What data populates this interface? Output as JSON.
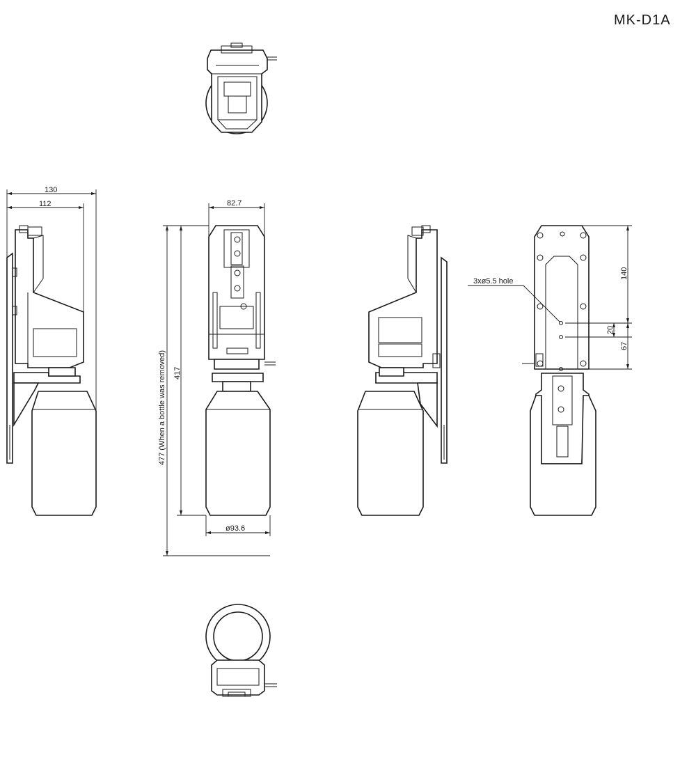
{
  "model_label": "MK-D1A",
  "dimensions": {
    "width_overall": "130",
    "width_body": "112",
    "width_front": "82.7",
    "height_total": "477 (When a bottle was removed)",
    "height_body": "417",
    "bottle_diameter": "ø93.6",
    "hole_spec": "3xø5.5 hole",
    "hole_top_offset": "140",
    "hole_pitch_1": "20",
    "hole_pitch_2": "67"
  }
}
